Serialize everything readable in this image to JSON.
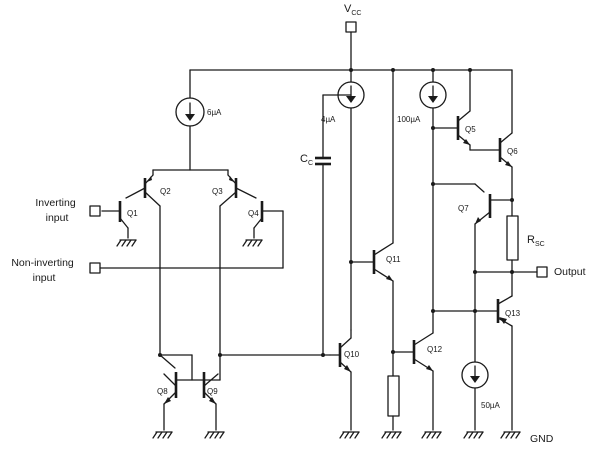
{
  "supply": {
    "label": "V",
    "sub": "CC"
  },
  "ground_label": "GND",
  "inputs": {
    "inverting": [
      "Inverting",
      "input"
    ],
    "non_inverting": [
      "Non-inverting",
      "input"
    ]
  },
  "output_label": "Output",
  "components": {
    "current_sources": {
      "i1": "6µA",
      "i2": "4µA",
      "i3": "100µA",
      "i4": "50µA"
    },
    "capacitor": {
      "label": "C",
      "sub": "C"
    },
    "resistor_sc": {
      "label": "R",
      "sub": "SC"
    },
    "transistors": {
      "q1": "Q1",
      "q2": "Q2",
      "q3": "Q3",
      "q4": "Q4",
      "q5": "Q5",
      "q6": "Q6",
      "q7": "Q7",
      "q8": "Q8",
      "q9": "Q9",
      "q10": "Q10",
      "q11": "Q11",
      "q12": "Q12",
      "q13": "Q13"
    }
  }
}
